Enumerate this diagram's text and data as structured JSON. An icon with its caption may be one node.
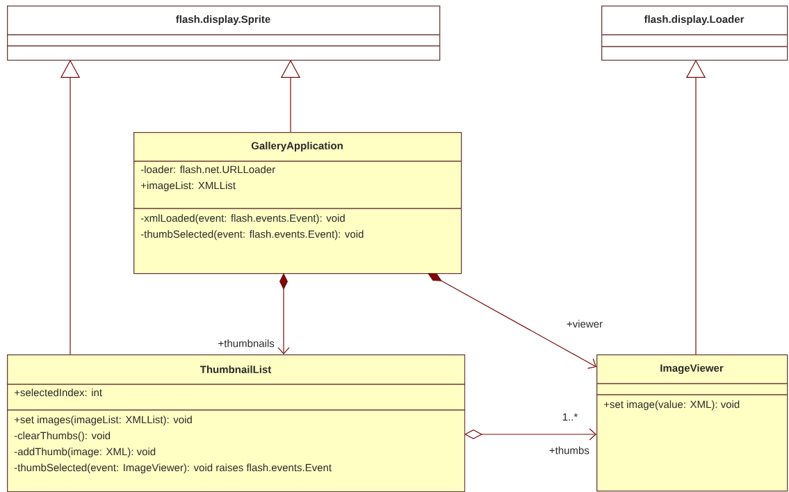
{
  "diagram": {
    "nodes": [
      {
        "text": [
          "flash.display.Sprite"
        ]
      },
      {
        "text": [
          "flash.display.Loader"
        ]
      },
      {
        "text": [
          "GalleryApplication",
          "-loader: flash.net.URLLoader",
          "+imageList: XMLList",
          "-xmlLoaded(event: flash.events.Event): void",
          "-thumbSelected(event: flash.events.Event): void"
        ]
      },
      {
        "text": [
          "ThumbnailList",
          "+selectedIndex: int",
          "+set images(imageList: XMLList): void",
          "-clearThumbs(): void",
          "-addThumb(image: XML): void",
          "-thumbSelected(event: ImageViewer): void raises flash.events.Event"
        ]
      },
      {
        "text": [
          "ImageViewer",
          "+set image(value: XML): void"
        ]
      }
    ],
    "edges": [
      {
        "from": 3,
        "to": 0,
        "arrow": "to"
      },
      {
        "from": 2,
        "to": 0,
        "arrow": "to"
      },
      {
        "from": 4,
        "to": 1,
        "arrow": "to"
      },
      {
        "from": 2,
        "to": 3,
        "arrow": "to",
        "label": "+thumbnails"
      },
      {
        "from": 2,
        "to": 4,
        "arrow": "to",
        "label": "+viewer"
      },
      {
        "from": 3,
        "to": 4,
        "arrow": "to",
        "label": "+thumbs"
      }
    ],
    "labels": [
      "1..*"
    ]
  }
}
